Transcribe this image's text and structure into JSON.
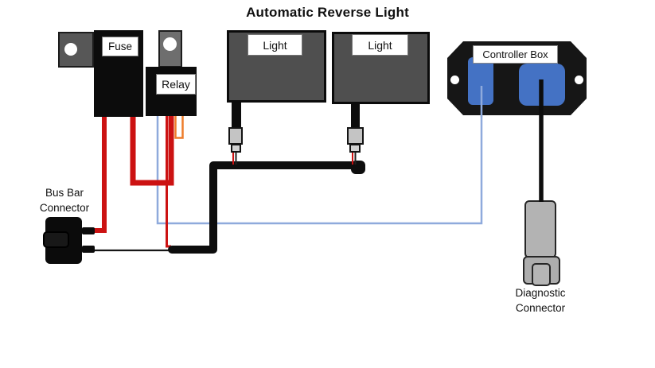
{
  "title": "Automatic Reverse Light",
  "components": {
    "fuse": {
      "label": "Fuse"
    },
    "relay": {
      "label": "Relay"
    },
    "left_light": {
      "label": "Light"
    },
    "right_light": {
      "label": "Light"
    },
    "controller_box": {
      "label": "Controller Box"
    },
    "bus_bar": {
      "line1": "Bus Bar",
      "line2": "Connector"
    },
    "diagnostic_connector": {
      "line1": "Diagnostic",
      "line2": "Connector"
    }
  },
  "colors": {
    "wire_red": "#cc1212",
    "wire_orange": "#ee7d2b",
    "wire_light_blue": "#8faadc",
    "wire_black": "#0d0d0d",
    "connector_blue": "#4472c4"
  }
}
